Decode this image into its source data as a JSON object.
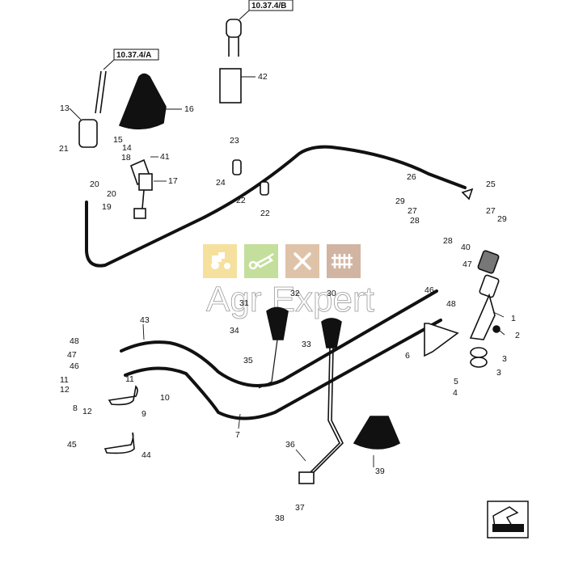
{
  "title": "Pedal / lever control cables exploded parts diagram",
  "references": [
    {
      "id": "ref-a",
      "label": "10.37.4/A"
    },
    {
      "id": "ref-b",
      "label": "10.37.4/B"
    }
  ],
  "watermark": {
    "brand_text": "Agr Expert",
    "tiles": [
      {
        "icon": "tractor-icon",
        "color": "#f3dc8c"
      },
      {
        "icon": "wheelbarrow-icon",
        "color": "#b9d98a"
      },
      {
        "icon": "tools-icon",
        "color": "#d9b89a"
      },
      {
        "icon": "fence-icon",
        "color": "#c9a892"
      }
    ]
  },
  "callouts": [
    "1",
    "2",
    "3",
    "3",
    "4",
    "5",
    "6",
    "7",
    "8",
    "9",
    "10",
    "11",
    "11",
    "12",
    "12",
    "13",
    "14",
    "15",
    "16",
    "17",
    "18",
    "19",
    "20",
    "20",
    "21",
    "22",
    "22",
    "23",
    "24",
    "25",
    "26",
    "27",
    "27",
    "28",
    "28",
    "29",
    "29",
    "30",
    "31",
    "32",
    "33",
    "34",
    "35",
    "36",
    "37",
    "38",
    "39",
    "40",
    "41",
    "42",
    "43",
    "44",
    "45",
    "46",
    "46",
    "47",
    "47",
    "48",
    "48"
  ],
  "nav_icon": "next-page-arrow-icon"
}
